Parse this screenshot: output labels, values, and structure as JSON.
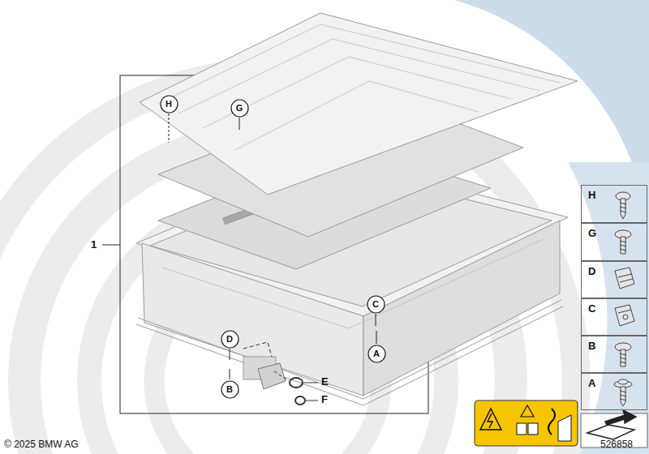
{
  "diagram": {
    "nodes": [
      {
        "text": [
          "H"
        ]
      },
      {
        "text": [
          "G"
        ]
      },
      {
        "text": [
          "C"
        ]
      },
      {
        "text": [
          "D"
        ]
      },
      {
        "text": [
          "A"
        ]
      },
      {
        "text": [
          "B"
        ]
      },
      {
        "text": [
          "H"
        ]
      },
      {
        "text": [
          "G"
        ]
      },
      {
        "text": [
          "D"
        ]
      },
      {
        "text": [
          "C"
        ]
      },
      {
        "text": [
          "B"
        ]
      },
      {
        "text": [
          "A"
        ]
      }
    ],
    "edges": [],
    "labels": [
      "1",
      "E",
      "F",
      "© 2025 BMW AG",
      "526858"
    ]
  }
}
